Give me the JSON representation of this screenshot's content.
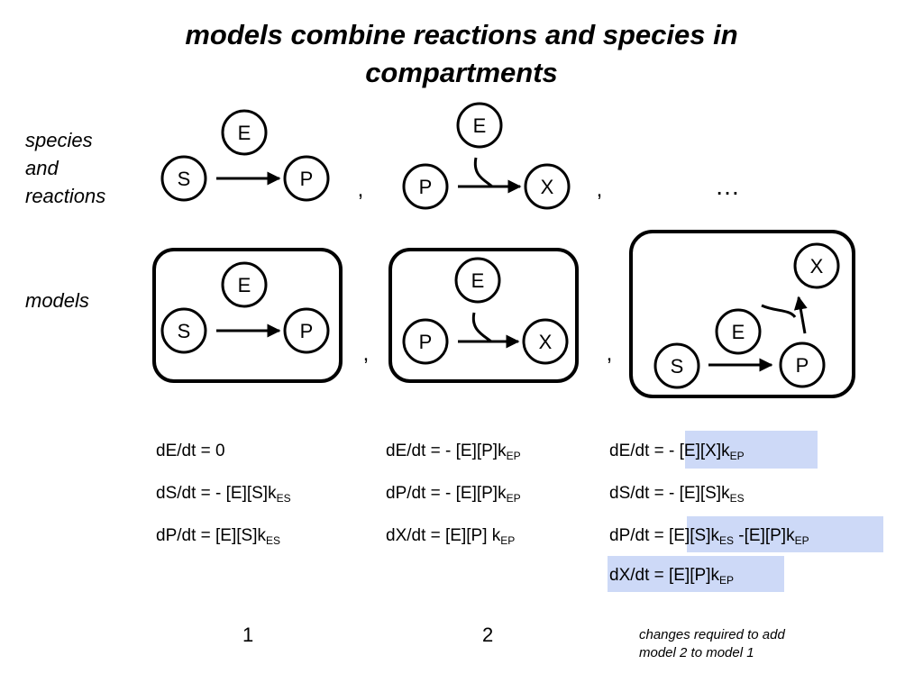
{
  "title": {
    "line1": "models combine reactions and species in",
    "line2": "compartments"
  },
  "row_labels": {
    "species_reactions": [
      "species",
      "and",
      "reactions"
    ],
    "models": "models"
  },
  "species": {
    "E": "E",
    "S": "S",
    "P": "P",
    "X": "X"
  },
  "separator": ",",
  "ellipsis": "…",
  "equations": {
    "model1": {
      "dE": {
        "lhs": "dE/dt = 0"
      },
      "dS": {
        "lhs": "dS/dt = - [E][S]k",
        "sub": "ES"
      },
      "dP": {
        "lhs": "dP/dt = [E][S]k",
        "sub": "ES"
      }
    },
    "model2": {
      "dE": {
        "lhs": "dE/dt = - [E][P]k",
        "sub": "EP"
      },
      "dP": {
        "lhs": "dP/dt = - [E][P]k",
        "sub": "EP"
      },
      "dX": {
        "lhs": "dX/dt = [E][P] k",
        "sub": "EP"
      }
    },
    "combined": {
      "dE": {
        "prefix": "dE/dt = ",
        "hl": "- [E][X]k",
        "sub": "EP"
      },
      "dS": {
        "lhs": "dS/dt = - [E][S]k",
        "sub": "ES"
      },
      "dP": {
        "prefix": "dP/dt = ",
        "hl_a": "[E][S]k",
        "sub_a": "ES",
        "hl_b": " -[E][P]k",
        "sub_b": "EP"
      },
      "dX": {
        "hl": "dX/dt = [E][P]k",
        "sub": "EP"
      }
    }
  },
  "model_numbers": {
    "one": "1",
    "two": "2"
  },
  "note": [
    "changes required to add",
    "model 2 to model 1"
  ],
  "colors": {
    "highlight": "#cdd9f7",
    "ink": "#000000"
  }
}
